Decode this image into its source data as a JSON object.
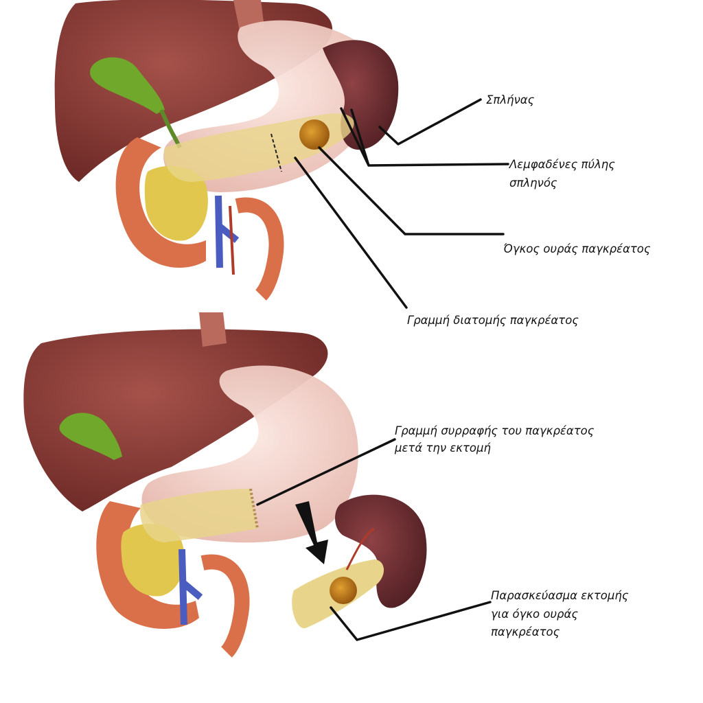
{
  "colors": {
    "liver": "#8a3a35",
    "stomach": "#f2d0c8",
    "spleen": "#6e2d2f",
    "gallbladder": "#6fa82a",
    "pancreas": "#e8d48a",
    "duodenum": "#d9704a",
    "vessel": "#4a5cc0",
    "tumor": "#c9861a",
    "pointer": "#111111"
  },
  "top_panel": {
    "labels": {
      "spleen": "Σπλήνας",
      "lymph_nodes_line1": "Λεμφαδένες πύλης",
      "lymph_nodes_line2": "σπληνός",
      "tumor": "Όγκος ουράς παγκρέατος",
      "cut_line": "Γραμμή διατομής παγκρέατος"
    }
  },
  "bottom_panel": {
    "labels": {
      "suture_line1": "Γραμμή συρραφής του παγκρέατος",
      "suture_line2": "μετά την εκτομή",
      "specimen_line1": "Παρασκεύασμα εκτομής",
      "specimen_line2": "για όγκο ουράς",
      "specimen_line3": "παγκρέατος"
    }
  }
}
